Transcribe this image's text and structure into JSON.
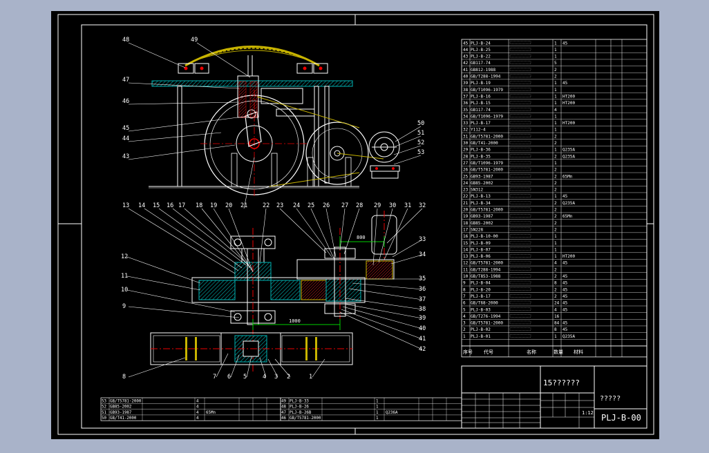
{
  "title_block": {
    "drawing_title": "15??????",
    "company": "?????",
    "drawing_number": "PLJ-B-00",
    "scale": "1:12",
    "col_seq": "序号",
    "col_code": "代号",
    "col_name": "名称",
    "col_qty": "数量",
    "col_material": "材料"
  },
  "callouts": [
    "1",
    "2",
    "3",
    "4",
    "5",
    "6",
    "7",
    "8",
    "9",
    "10",
    "11",
    "12",
    "13",
    "14",
    "15",
    "16",
    "17",
    "18",
    "19",
    "20",
    "21",
    "22",
    "23",
    "24",
    "25",
    "26",
    "27",
    "28",
    "29",
    "30",
    "31",
    "32",
    "33",
    "34",
    "35",
    "36",
    "37",
    "38",
    "39",
    "40",
    "41",
    "42",
    "43",
    "44",
    "45",
    "46",
    "47",
    "48",
    "49",
    "50",
    "51",
    "52",
    "53"
  ],
  "dimensions": {
    "top_span": "800",
    "bottom_span": "1000"
  },
  "bom_right": [
    {
      "no": "45",
      "code": "PLJ-B-24",
      "qty": "1",
      "mat": "45"
    },
    {
      "no": "44",
      "code": "PLJ-B-25",
      "qty": "1",
      "mat": ""
    },
    {
      "no": "43",
      "code": "PLJ-B-22",
      "qty": "1",
      "mat": ""
    },
    {
      "no": "42",
      "code": "GB117-74",
      "qty": "5",
      "mat": ""
    },
    {
      "no": "41",
      "code": "GB812-1988",
      "qty": "2",
      "mat": ""
    },
    {
      "no": "40",
      "code": "GB/T288-1994",
      "qty": "2",
      "mat": ""
    },
    {
      "no": "39",
      "code": "PLJ-B-19",
      "qty": "1",
      "mat": "45"
    },
    {
      "no": "38",
      "code": "GB/T1096-1979",
      "qty": "1",
      "mat": ""
    },
    {
      "no": "37",
      "code": "PLJ-B-16",
      "qty": "1",
      "mat": "HT200"
    },
    {
      "no": "36",
      "code": "PLJ-B-15",
      "qty": "1",
      "mat": "HT200"
    },
    {
      "no": "35",
      "code": "GB117-74",
      "qty": "4",
      "mat": ""
    },
    {
      "no": "34",
      "code": "GB/T1096-1979",
      "qty": "1",
      "mat": ""
    },
    {
      "no": "33",
      "code": "PLJ-B-17",
      "qty": "1",
      "mat": "HT200"
    },
    {
      "no": "32",
      "code": "Y112-4",
      "qty": "1",
      "mat": ""
    },
    {
      "no": "31",
      "code": "GB/T5781-2000",
      "qty": "2",
      "mat": ""
    },
    {
      "no": "30",
      "code": "GB/T41-2000",
      "qty": "2",
      "mat": ""
    },
    {
      "no": "29",
      "code": "PLJ-B-36",
      "qty": "1",
      "mat": "Q235A"
    },
    {
      "no": "28",
      "code": "PLJ-B-35",
      "qty": "2",
      "mat": "Q235A"
    },
    {
      "no": "27",
      "code": "GB/T1096-1979",
      "qty": "1",
      "mat": ""
    },
    {
      "no": "26",
      "code": "GB/T5781-2000",
      "qty": "2",
      "mat": ""
    },
    {
      "no": "25",
      "code": "GB93-1987",
      "qty": "2",
      "mat": "65Mn"
    },
    {
      "no": "24",
      "code": "GB85-2002",
      "qty": "2",
      "mat": ""
    },
    {
      "no": "23",
      "code": "SN312",
      "qty": "2",
      "mat": ""
    },
    {
      "no": "22",
      "code": "PLJ-B-13",
      "qty": "1",
      "mat": "45"
    },
    {
      "no": "21",
      "code": "PLJ-B-34",
      "qty": "2",
      "mat": "Q235A"
    },
    {
      "no": "20",
      "code": "GB/T5781-2000",
      "qty": "2",
      "mat": ""
    },
    {
      "no": "19",
      "code": "GB93-1987",
      "qty": "2",
      "mat": "65Mn"
    },
    {
      "no": "18",
      "code": "GB85-2002",
      "qty": "2",
      "mat": ""
    },
    {
      "no": "17",
      "code": "SN228",
      "qty": "2",
      "mat": ""
    },
    {
      "no": "16",
      "code": "PLJ-B-10-00",
      "qty": "1",
      "mat": ""
    },
    {
      "no": "15",
      "code": "PLJ-B-09",
      "qty": "1",
      "mat": ""
    },
    {
      "no": "14",
      "code": "PLJ-B-07",
      "qty": "1",
      "mat": ""
    },
    {
      "no": "13",
      "code": "PLJ-B-06",
      "qty": "1",
      "mat": "HT200"
    },
    {
      "no": "12",
      "code": "GB/T5781-2000",
      "qty": "4",
      "mat": "45"
    },
    {
      "no": "11",
      "code": "GB/T288-1994",
      "qty": "2",
      "mat": ""
    },
    {
      "no": "10",
      "code": "GB/T853-1988",
      "qty": "2",
      "mat": "45"
    },
    {
      "no": "9",
      "code": "PLJ-B-04",
      "qty": "8",
      "mat": "45"
    },
    {
      "no": "8",
      "code": "PLJ-B-20",
      "qty": "2",
      "mat": "45"
    },
    {
      "no": "7",
      "code": "PLJ-B-17",
      "qty": "2",
      "mat": "45"
    },
    {
      "no": "6",
      "code": "GB/T68-2000",
      "qty": "24",
      "mat": "45"
    },
    {
      "no": "5",
      "code": "PLJ-B-03",
      "qty": "4",
      "mat": "45"
    },
    {
      "no": "4",
      "code": "GB/T276-1994",
      "qty": "16",
      "mat": ""
    },
    {
      "no": "3",
      "code": "GB/T5781-2000",
      "qty": "84",
      "mat": "45"
    },
    {
      "no": "2",
      "code": "PLJ-B-02",
      "qty": "8",
      "mat": "45"
    },
    {
      "no": "1",
      "code": "PLJ-B-01",
      "qty": "1",
      "mat": "Q235A"
    }
  ],
  "bom_bottom_left": [
    {
      "no": "53",
      "code": "GB/T5781-2000",
      "qty": "4",
      "mat": ""
    },
    {
      "no": "52",
      "code": "GB85-2002",
      "qty": "4",
      "mat": ""
    },
    {
      "no": "51",
      "code": "GB93-1987",
      "qty": "4",
      "mat": "65Mn"
    },
    {
      "no": "50",
      "code": "GB/T41-2000",
      "qty": "4",
      "mat": ""
    }
  ],
  "bom_bottom_right": [
    {
      "no": "49",
      "code": "PLJ-B-33",
      "qty": "1",
      "mat": ""
    },
    {
      "no": "48",
      "code": "PLJ-B-26",
      "qty": "1",
      "mat": ""
    },
    {
      "no": "47",
      "code": "PLJ-B-26B",
      "qty": "1",
      "mat": "Q236A"
    },
    {
      "no": "46",
      "code": "GB/T5781-2000",
      "qty": "1",
      "mat": ""
    }
  ],
  "colors": {
    "background": "#000000",
    "frame": "#ffffff",
    "bg_outside": "#a9b3c9",
    "hatch": "#00b3b3",
    "gold": "#c8b400",
    "red": "#e00000",
    "green": "#00d000",
    "yellow": "#ffff00"
  }
}
